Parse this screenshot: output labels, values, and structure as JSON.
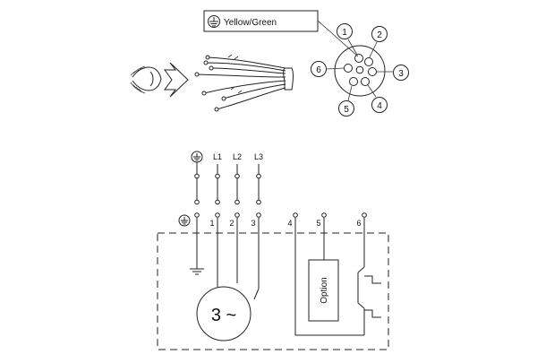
{
  "top": {
    "ground_label": "Yellow/Green",
    "pin_numbers": [
      "1",
      "2",
      "3",
      "4",
      "5",
      "6"
    ]
  },
  "wiring": {
    "supply_labels": [
      "L1",
      "L2",
      "L3"
    ],
    "terminal_numbers": [
      "1",
      "2",
      "3",
      "4",
      "5",
      "6"
    ],
    "motor_label": "3 ~",
    "option_label": "Option"
  },
  "colors": {
    "line": "#222222",
    "background": "#ffffff"
  }
}
